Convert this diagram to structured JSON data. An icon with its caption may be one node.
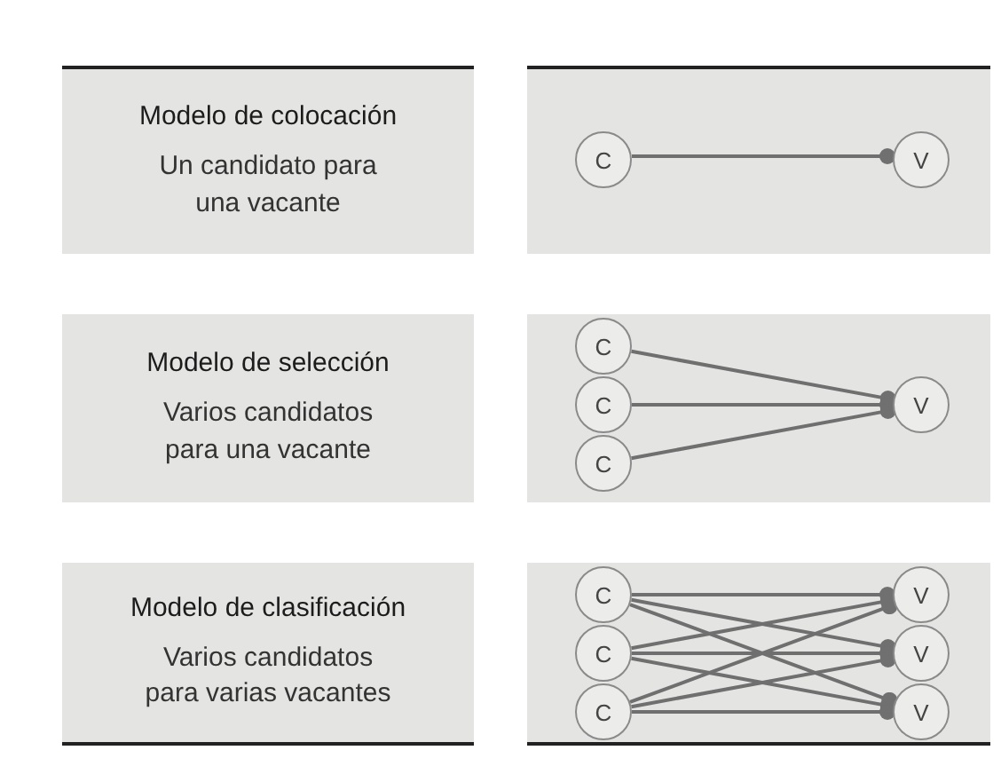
{
  "diagram": {
    "nodes": [
      {
        "text": [
          "Modelo de colocación",
          "Un candidato para una vacante"
        ]
      },
      {
        "text": [],
        "shape": "box"
      },
      {
        "text": [
          "C"
        ],
        "in": 1
      },
      {
        "text": [
          "V"
        ],
        "in": 1
      },
      {
        "text": [
          "Modelo de selección",
          "Varios candidatos para una vacante"
        ]
      },
      {
        "text": [],
        "shape": "box"
      },
      {
        "text": [
          "C"
        ],
        "in": 5
      },
      {
        "text": [
          "C"
        ],
        "in": 5
      },
      {
        "text": [
          "C"
        ],
        "in": 5
      },
      {
        "text": [
          "V"
        ],
        "in": 5
      },
      {
        "text": [
          "Modelo de clasificación",
          "Varios candidatos para varias vacantes"
        ]
      },
      {
        "text": [],
        "shape": "box"
      },
      {
        "text": [
          "C"
        ],
        "in": 11
      },
      {
        "text": [
          "C"
        ],
        "in": 11
      },
      {
        "text": [
          "C"
        ],
        "in": 11
      },
      {
        "text": [
          "V"
        ],
        "in": 11
      },
      {
        "text": [
          "V"
        ],
        "in": 11
      },
      {
        "text": [
          "V"
        ],
        "in": 11
      }
    ],
    "edges": [
      {
        "from": 2,
        "to": 3,
        "arrow": "other"
      },
      {
        "from": 6,
        "to": 9,
        "arrow": "other"
      },
      {
        "from": 7,
        "to": 9,
        "arrow": "other"
      },
      {
        "from": 8,
        "to": 9,
        "arrow": "other"
      },
      {
        "from": 12,
        "to": 15,
        "arrow": "other"
      },
      {
        "from": 12,
        "to": 16,
        "arrow": "other"
      },
      {
        "from": 12,
        "to": 17,
        "arrow": "other"
      },
      {
        "from": 13,
        "to": 15,
        "arrow": "other"
      },
      {
        "from": 13,
        "to": 16,
        "arrow": "other"
      },
      {
        "from": 13,
        "to": 17,
        "arrow": "other"
      },
      {
        "from": 14,
        "to": 15,
        "arrow": "other"
      },
      {
        "from": 14,
        "to": 16,
        "arrow": "other"
      },
      {
        "from": 14,
        "to": 17,
        "arrow": "other"
      }
    ]
  }
}
